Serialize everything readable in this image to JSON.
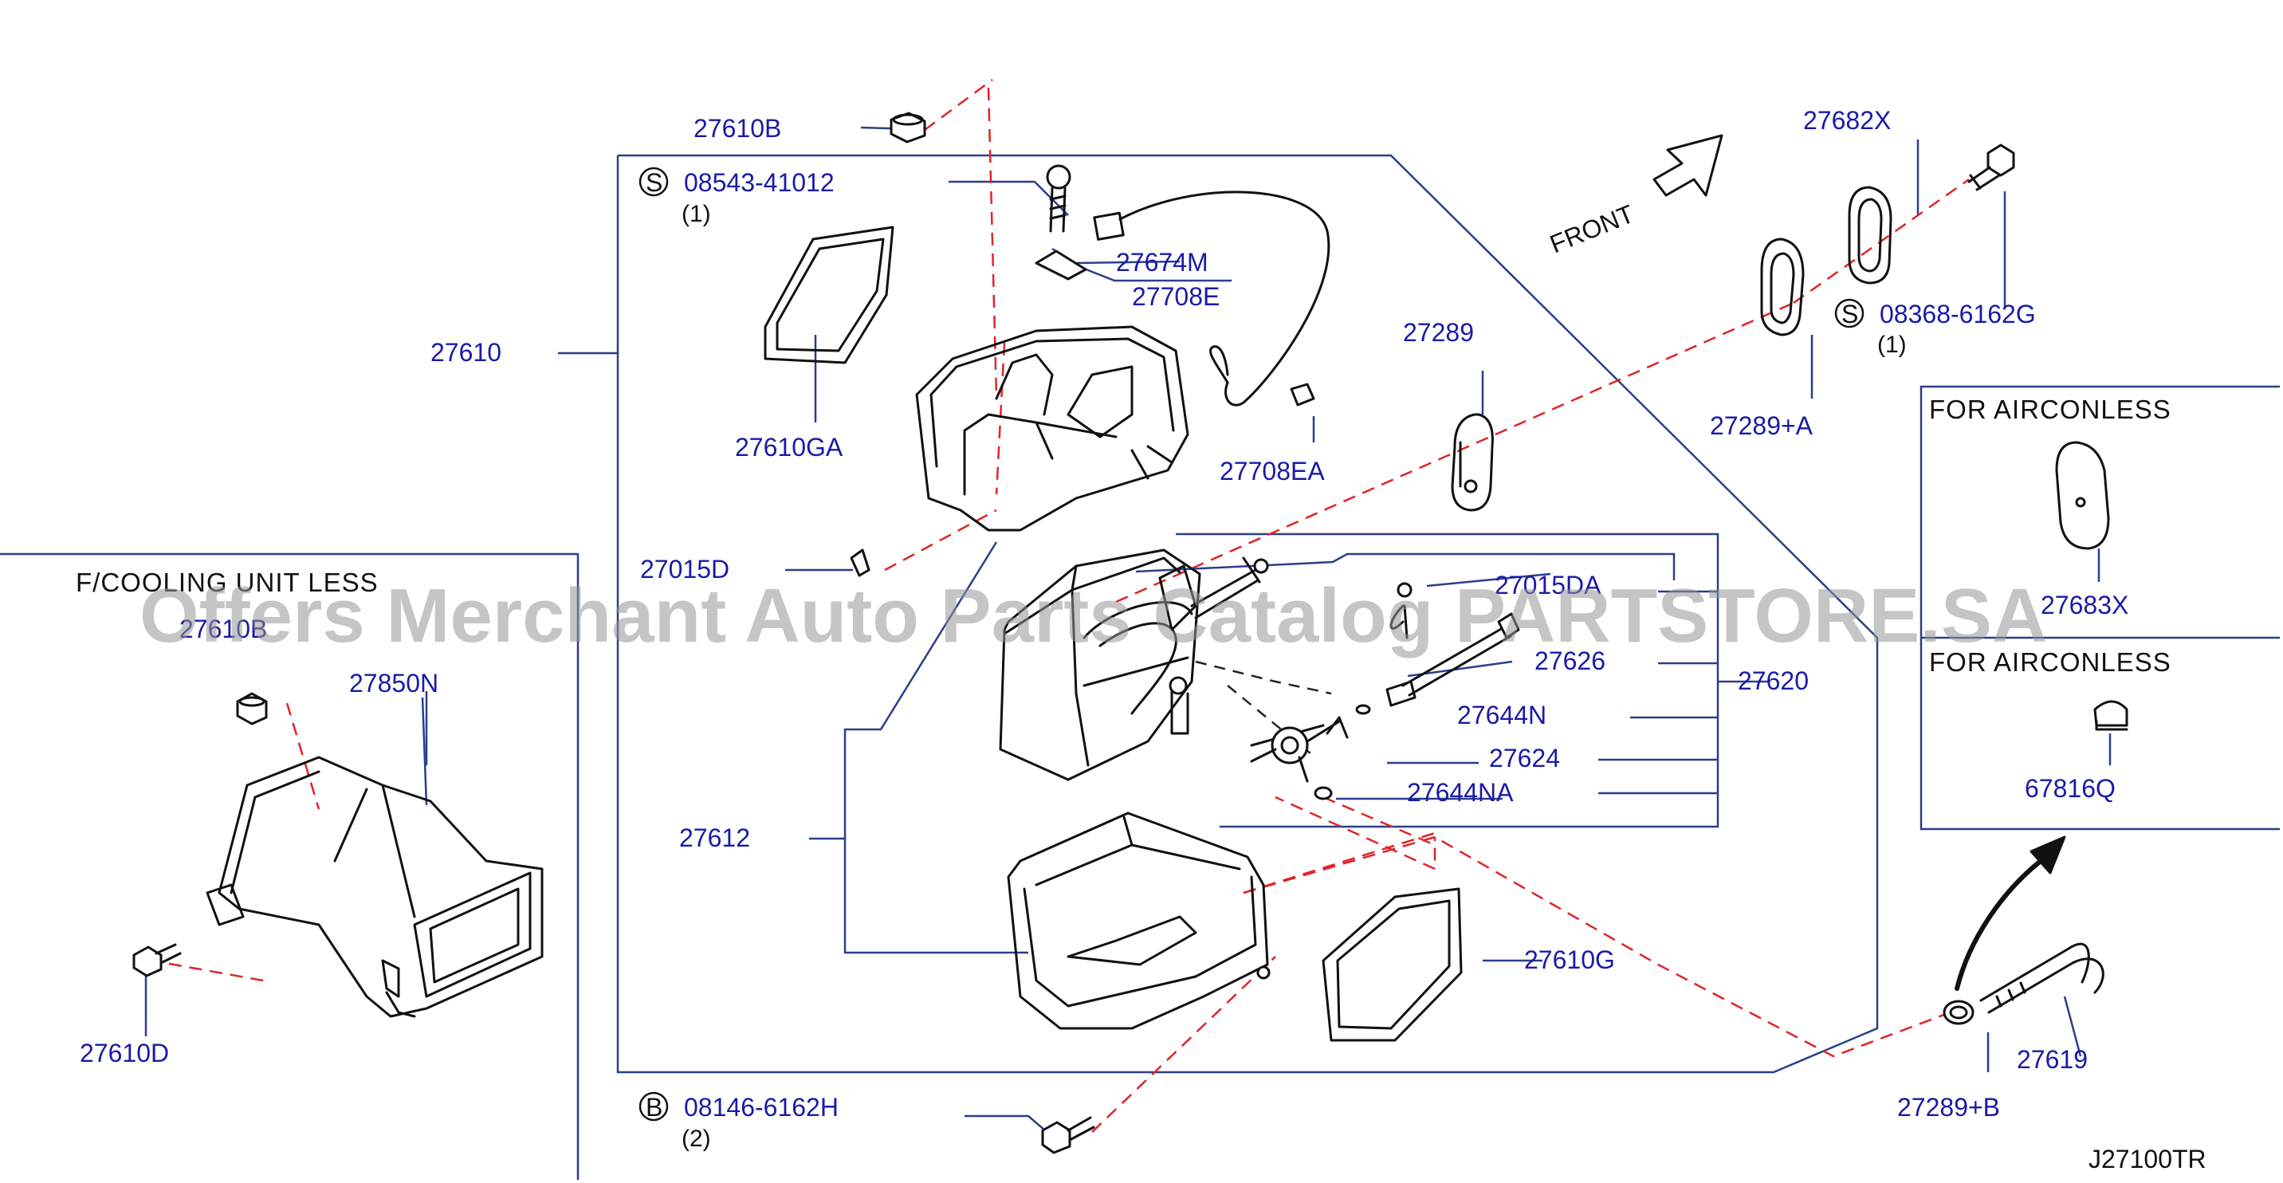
{
  "labels": {
    "p27610B_top": "27610B",
    "p08543": "08543-41012",
    "q1_a": "(1)",
    "p27674M": "27674M",
    "p27708E": "27708E",
    "p27610": "27610",
    "p27610GA": "27610GA",
    "p27708EA": "27708EA",
    "p27289": "27289",
    "p27015D": "27015D",
    "p27015DA": "27015DA",
    "p27626": "27626",
    "p27620": "27620",
    "p27644N": "27644N",
    "p27624": "27624",
    "p27644NA": "27644NA",
    "p27612": "27612",
    "p27610G": "27610G",
    "p08146": "08146-6162H",
    "q2": "(2)",
    "p27682X": "27682X",
    "p08368": "08368-6162G",
    "q1_b": "(1)",
    "p27289A": "27289+A",
    "p27289B": "27289+B",
    "p27619": "27619",
    "p67816Q": "67816Q",
    "p27683X": "27683X",
    "p27610B_left": "27610B",
    "p27850N": "27850N",
    "p27610D": "27610D",
    "front": "FRONT",
    "sec_cooling": "F/COOLING UNIT LESS",
    "sec_aircon1": "FOR AIRCONLESS",
    "sec_aircon2": "FOR AIRCONLESS",
    "code_s1": "S",
    "code_s2": "S",
    "code_b": "B",
    "ref": "J27100TR"
  },
  "watermark": "Offers Merchant Auto Parts Catalog PARTSTORE.SA",
  "colors": {
    "part_label": "#1a1aa8",
    "leader": "#2a3f8a",
    "dash": "#e0242a",
    "ink": "#111111"
  }
}
